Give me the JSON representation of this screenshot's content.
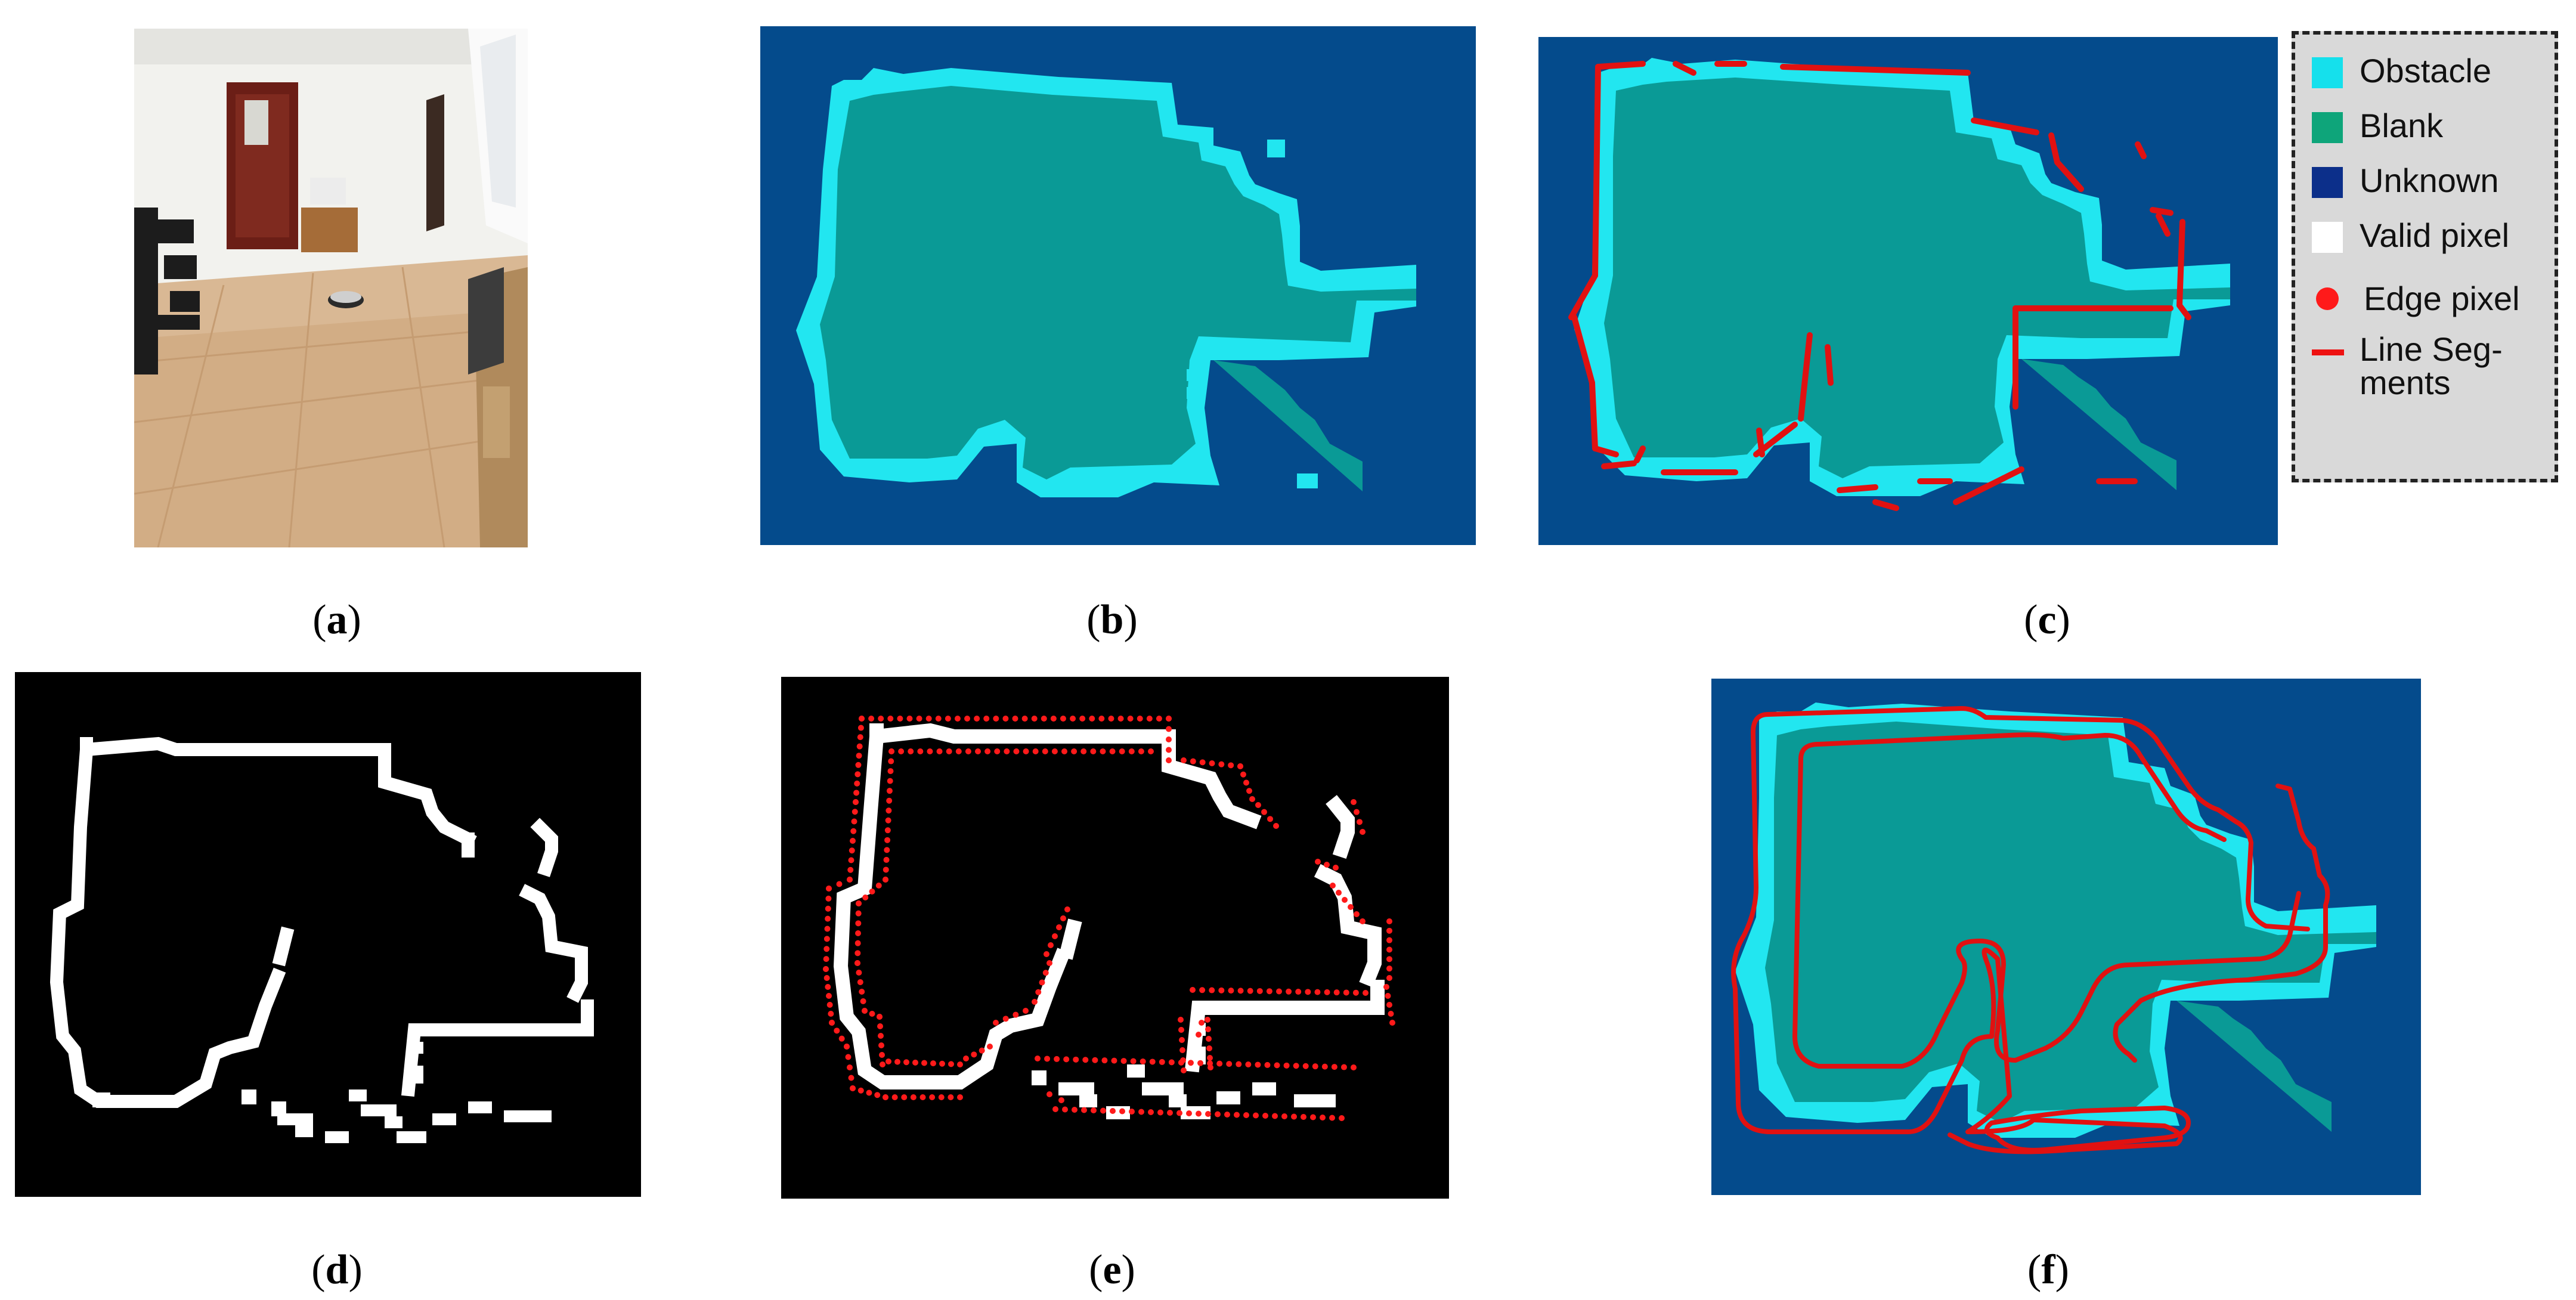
{
  "captions": {
    "a": "a",
    "b": "b",
    "c": "c",
    "d": "d",
    "e": "e",
    "f": "f"
  },
  "legend": {
    "items": [
      {
        "label": "Obstacle",
        "color": "#15e0ec",
        "marker": "square"
      },
      {
        "label": "Blank",
        "color": "#0ea57a",
        "marker": "square"
      },
      {
        "label": "Unknown",
        "color": "#0c2f8a",
        "marker": "square"
      },
      {
        "label": "Valid pixel",
        "color": "#ffffff",
        "marker": "square"
      },
      {
        "label": "Edge pixel",
        "color": "#ff1a1a",
        "marker": "dot"
      },
      {
        "label": "Line Seg-ments",
        "color": "#e11111",
        "marker": "line"
      }
    ]
  },
  "colors": {
    "unknown_bg": "#044b8c",
    "blank_fill": "#0a9a96",
    "obstacle": "#22e6f0",
    "valid_pixel": "#ffffff",
    "edge_pixel": "#ff1a1a",
    "line_segment": "#e11111",
    "binary_bg": "#000000"
  }
}
